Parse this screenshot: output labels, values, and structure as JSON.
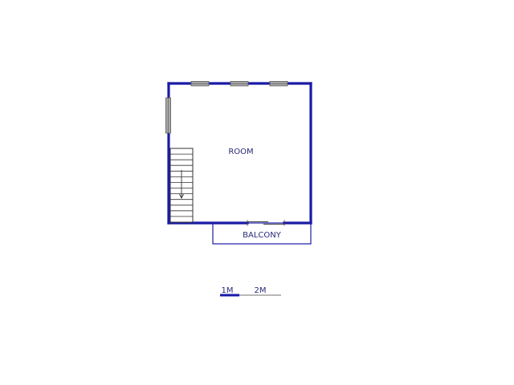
{
  "rooms": {
    "main": {
      "label": "ROOM"
    },
    "balcony": {
      "label": "BALCONY"
    }
  },
  "scale_bar": {
    "mark_1": "1M",
    "mark_2": "2M"
  },
  "colors": {
    "wall": "#1a1aa6",
    "label": "#2a2a7a",
    "window_fill": "#a8a8a8",
    "window_stroke": "#555555",
    "stair_line": "#333333",
    "scale_primary": "#1a1aa6",
    "scale_secondary": "#b8b8b8"
  },
  "icons": {
    "window": "window-icon",
    "door": "sliding-door-icon",
    "stairs": "staircase-icon"
  }
}
